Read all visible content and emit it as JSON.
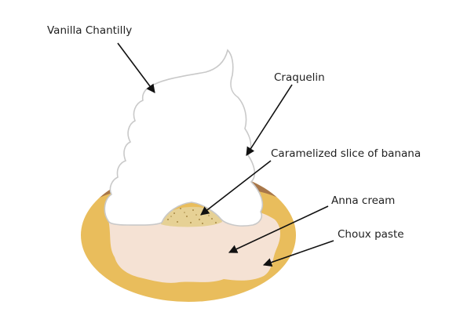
{
  "labels": {
    "vanilla_chantilly": "Vanilla Chantilly",
    "craquelin": "Craquelin",
    "caramelized_banana": "Caramelized slice of banana",
    "anna_cream": "Anna cream",
    "choux_paste": "Choux paste"
  },
  "colors": {
    "background": "#ffffff",
    "choux_paste": "#e9bd5c",
    "craquelin": "#a8774a",
    "anna_cream": "#f5e2d4",
    "chantilly_fill": "#ffffff",
    "chantilly_outline": "#c9c9c9",
    "banana": "#e6d195",
    "banana_speckle": "#a88a45",
    "arrow": "#111111",
    "text": "#1f1f1f"
  }
}
